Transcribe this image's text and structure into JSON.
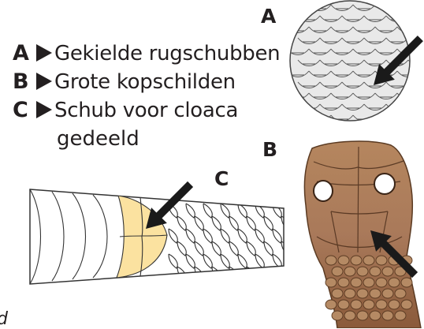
{
  "legend": [
    {
      "letter": "A",
      "text": "Gekielde rugschubben"
    },
    {
      "letter": "B",
      "text": "Grote kopschilden"
    },
    {
      "letter": "C",
      "text": "Schub voor cloaca",
      "text2": "gedeeld"
    }
  ],
  "panels": {
    "a_label": "A",
    "b_label": "B",
    "c_label": "C"
  },
  "footer_fragment": "d",
  "colors": {
    "cloacal_scale": "#fbe2a0",
    "arrow": "#1a1a1a",
    "head_brown": "#9b6a4a"
  }
}
